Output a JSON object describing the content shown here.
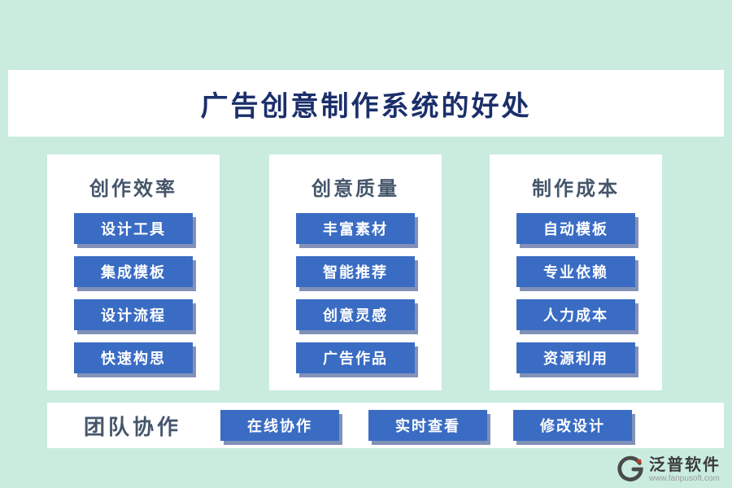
{
  "title": "广告创意制作系统的好处",
  "columns": [
    {
      "header": "创作效率",
      "items": [
        "设计工具",
        "集成模板",
        "设计流程",
        "快速构思"
      ]
    },
    {
      "header": "创意质量",
      "items": [
        "丰富素材",
        "智能推荐",
        "创意灵感",
        "广告作品"
      ]
    },
    {
      "header": "制作成本",
      "items": [
        "自动模板",
        "专业依赖",
        "人力成本",
        "资源利用"
      ]
    }
  ],
  "bottom": {
    "header": "团队协作",
    "items": [
      "在线协作",
      "实时查看",
      "修改设计"
    ]
  },
  "logo": {
    "name": "泛普软件",
    "url": "www.fanpusoft.com"
  },
  "colors": {
    "background": "#c9ecdf",
    "panel": "#ffffff",
    "button": "#3a6cc4",
    "button_shadow": "#19377d",
    "title_text": "#1b2f6b",
    "header_text": "#45566b"
  }
}
